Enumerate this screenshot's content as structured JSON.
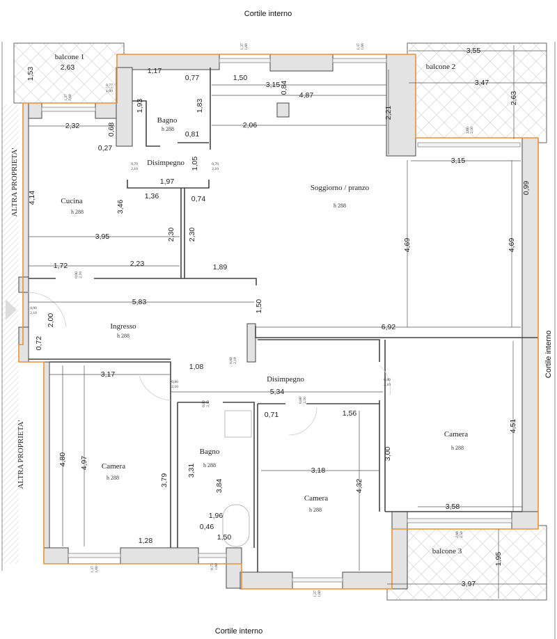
{
  "labels": {
    "courtyard_top": "Cortile interno",
    "courtyard_bottom": "Cortile interno",
    "courtyard_right": "Cortile interno",
    "neighbor_top": "ALTRA PROPRIETA'",
    "neighbor_bottom": "ALTRA PROPRIETA'"
  },
  "rooms": [
    {
      "name": "balcone 1"
    },
    {
      "name": "balcone 2"
    },
    {
      "name": "balcone 3"
    },
    {
      "name": "Bagno",
      "height": "h 288"
    },
    {
      "name": "Disimpegno"
    },
    {
      "name": "Cucina",
      "height": "h 288"
    },
    {
      "name": "Soggiorno / pranzo",
      "height": "h 288"
    },
    {
      "name": "Ingresso",
      "height": "h 288"
    },
    {
      "name": "Disimpegno"
    },
    {
      "name": "Camera",
      "height": "h 288"
    },
    {
      "name": "Camera",
      "height": "h 288"
    },
    {
      "name": "Bagno",
      "height": "h 288"
    },
    {
      "name": "Camera",
      "height": "h 288"
    }
  ],
  "dimensions": [
    "2,63",
    "1,53",
    "1,17",
    "0,77",
    "1,93",
    "1,83",
    "0,81",
    "0,68",
    "0,27",
    "2,32",
    "1,50",
    "3,15",
    "4,87",
    "0,84",
    "2,06",
    "2,21",
    "1,05",
    "1,97",
    "1,36",
    "0,74",
    "3,46",
    "2,30",
    "2,30",
    "4,14",
    "3,95",
    "3,55",
    "3,47",
    "2,63",
    "3,15",
    "0,99",
    "4,69",
    "4,69",
    "1,72",
    "2,23",
    "1,89",
    "5,83",
    "1,50",
    "2,00",
    "0,72",
    "6,92",
    "3,17",
    "1,08",
    "5,34",
    "0,71",
    "1,56",
    "4,51",
    "3,00",
    "4,80",
    "4,97",
    "3,79",
    "3,31",
    "3,84",
    "3,18",
    "4,32",
    "1,96",
    "0,46",
    "1,50",
    "1,28",
    "3,58",
    "1,95",
    "3,97"
  ],
  "openings": [
    {
      "w": "0,77",
      "h": "1,60"
    },
    {
      "w": "1,37",
      "h": "1,60"
    },
    {
      "w": "1,37",
      "h": "1,60"
    },
    {
      "w": "1,37",
      "h": "1,60"
    },
    {
      "w": "0,70",
      "h": "2,10"
    },
    {
      "w": "0,70",
      "h": "2,10"
    },
    {
      "w": "2,66",
      "h": "2,50"
    },
    {
      "w": "0,80",
      "h": "2,10"
    },
    {
      "w": "0,90",
      "h": "2,10"
    },
    {
      "w": "0,80",
      "h": "2,10"
    },
    {
      "w": "0,80",
      "h": "2,10"
    },
    {
      "w": "0,80",
      "h": "2,10"
    },
    {
      "w": "0,80",
      "h": "2,10"
    },
    {
      "w": "0,80",
      "h": "2,10"
    },
    {
      "w": "2,66",
      "h": "2,50"
    },
    {
      "w": "1,37",
      "h": "1,60"
    },
    {
      "w": "0,75",
      "h": "1,60"
    },
    {
      "w": "1,37",
      "h": "1,60"
    }
  ]
}
